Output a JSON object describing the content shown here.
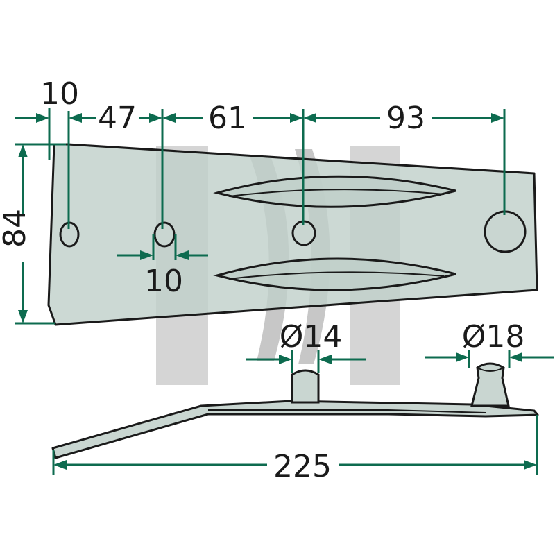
{
  "drawing": {
    "dimensions": {
      "top_10": "10",
      "top_47": "47",
      "top_61": "61",
      "top_93": "93",
      "height_84": "84",
      "hole_10": "10",
      "dia_14": "Ø14",
      "dia_18": "Ø18",
      "length_225": "225"
    },
    "colors": {
      "dimension": "#0d6b4f",
      "part_fill": "#bfcfc9",
      "outline": "#1a1a1a",
      "watermark": "#b8b8b8"
    }
  }
}
